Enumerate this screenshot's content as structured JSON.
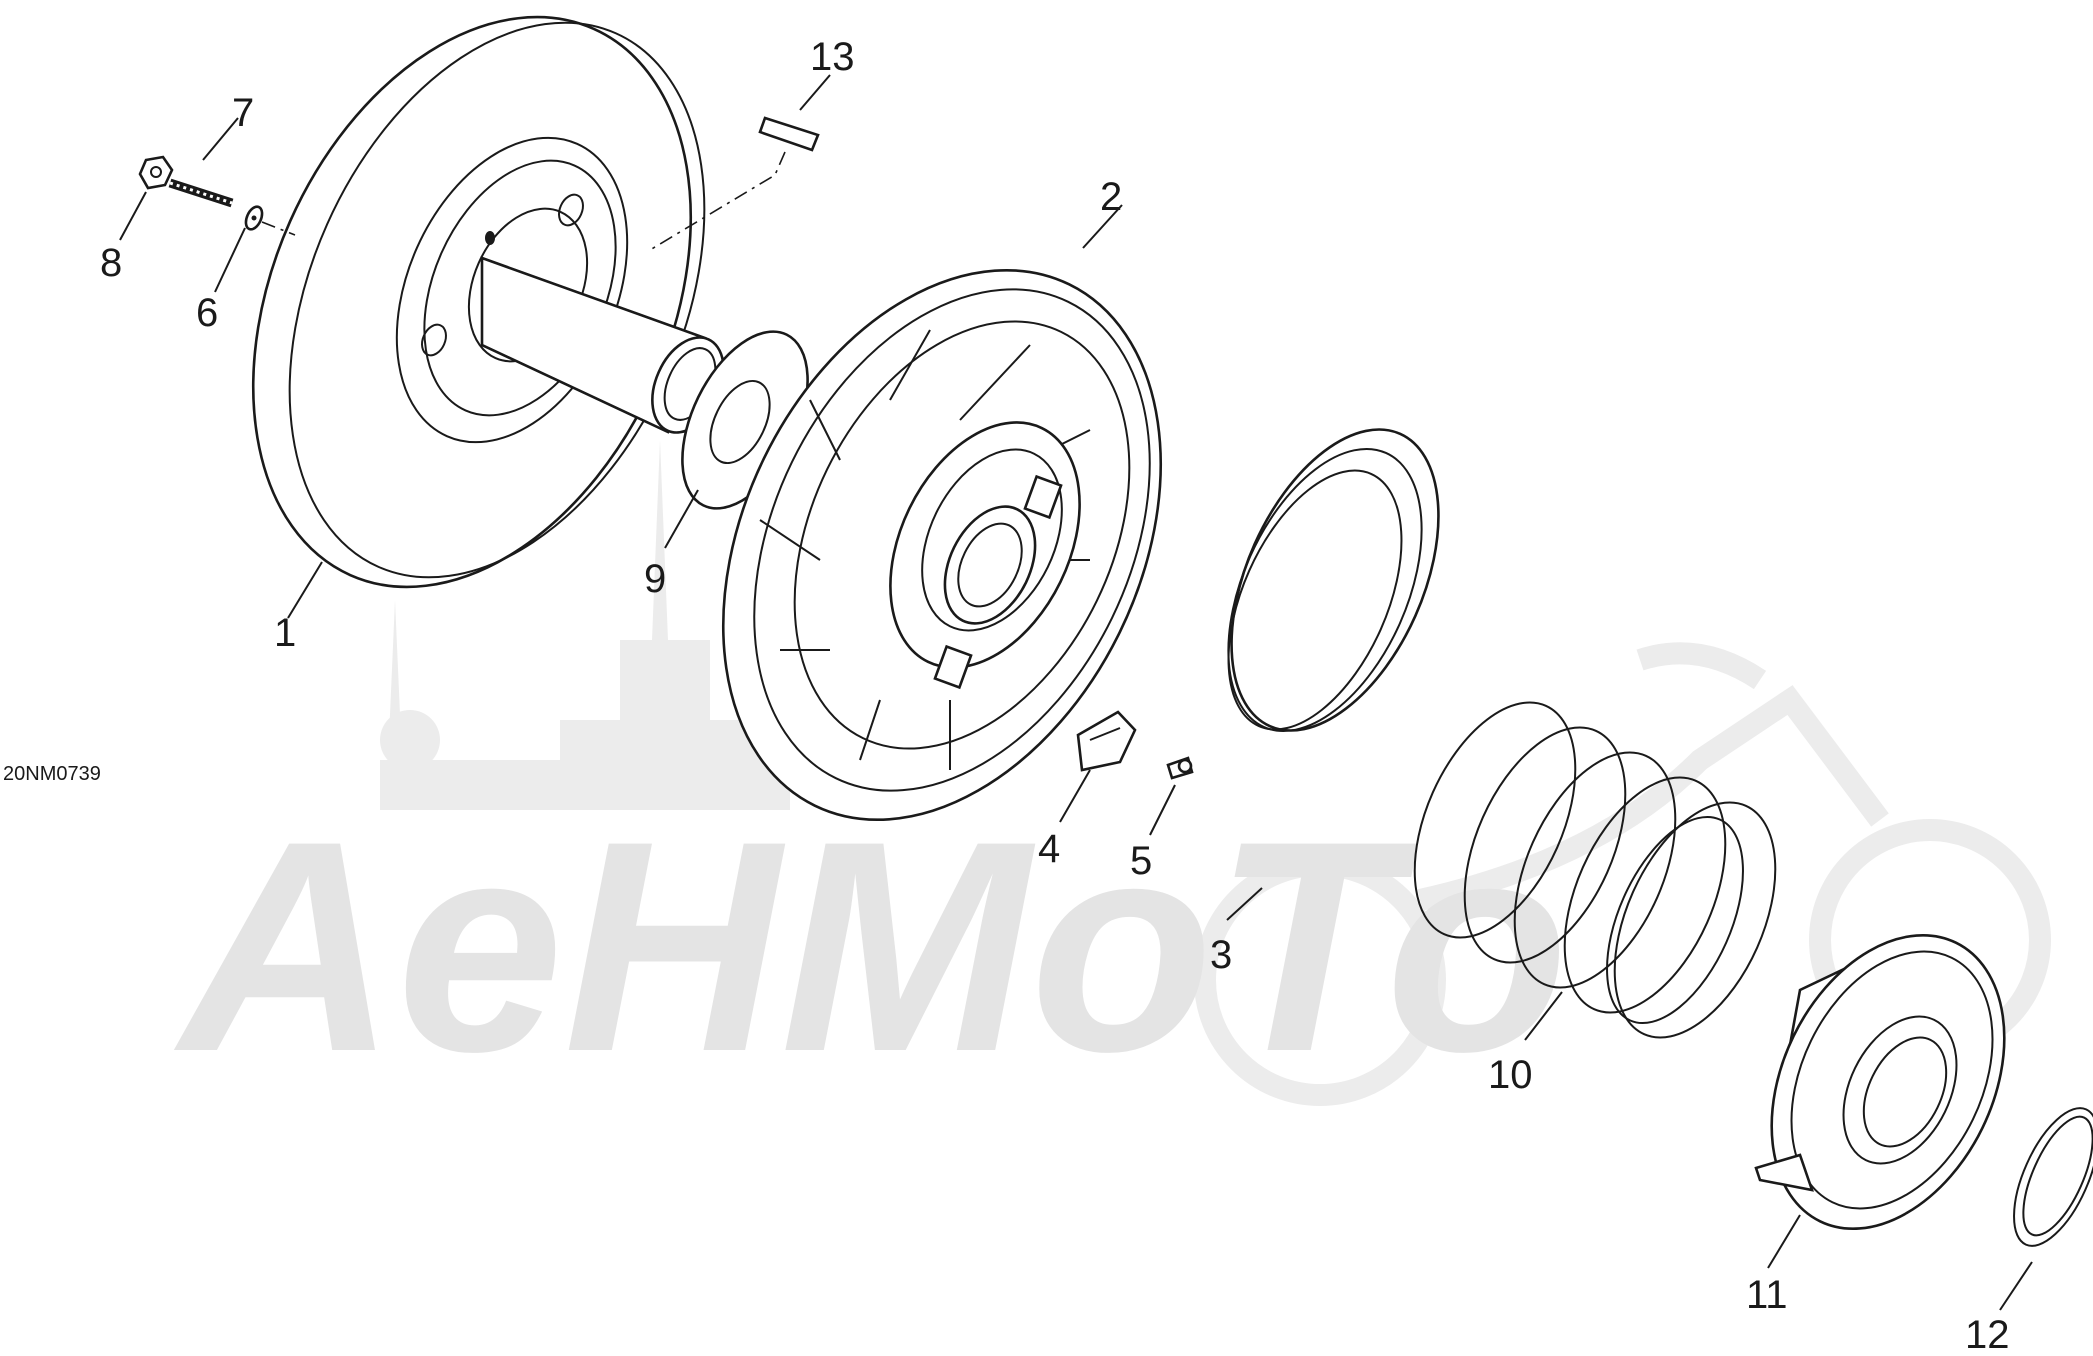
{
  "drawing_code": "20NM0739",
  "watermark": {
    "text": "AeHMoTo"
  },
  "callouts": {
    "c1": "1",
    "c2": "2",
    "c3": "3",
    "c4": "4",
    "c5": "5",
    "c6": "6",
    "c7": "7",
    "c8": "8",
    "c9": "9",
    "c10": "10",
    "c11": "11",
    "c12": "12",
    "c13": "13"
  },
  "colors": {
    "line": "#1a1a1a",
    "watermark": "#e4e4e4",
    "background": "#ffffff"
  }
}
